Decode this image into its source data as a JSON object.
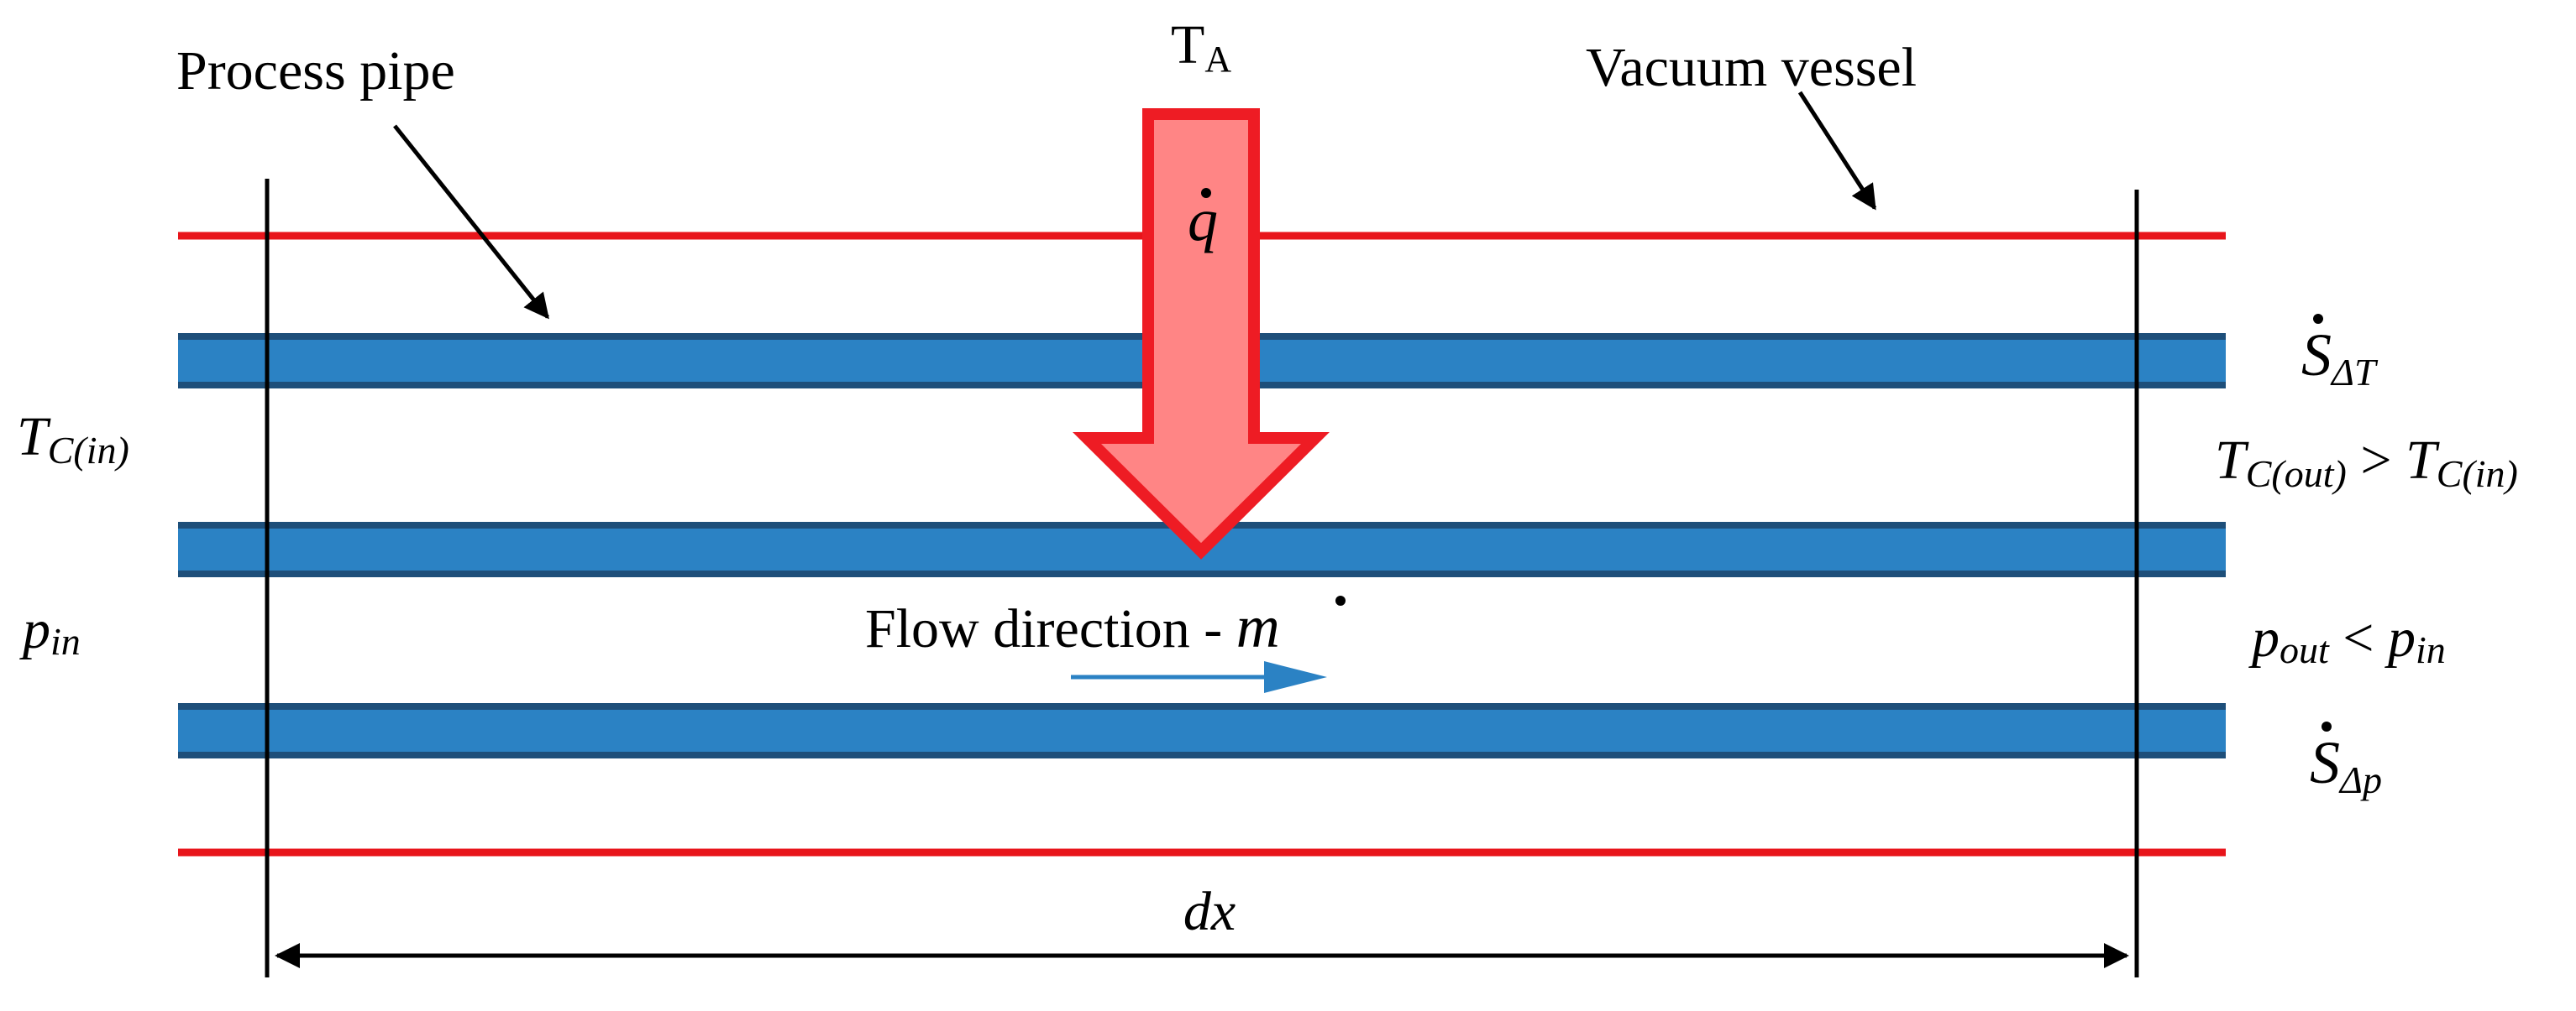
{
  "labels": {
    "process_pipe": "Process pipe",
    "vacuum_vessel": "Vacuum vessel",
    "ambient_temp_main": "T",
    "ambient_temp_sub": "A",
    "heat_load": "q",
    "flow_direction": "Flow direction - ",
    "mass_flow": "m",
    "inlet_temp_main": "T",
    "inlet_temp_sub": "C(in)",
    "inlet_pressure_main": "p",
    "inlet_pressure_sub": "in",
    "entropy_dt_main": "S",
    "entropy_dt_sub": "ΔT",
    "outlet_temp_lhs_main": "T",
    "outlet_temp_lhs_sub": "C(out)",
    "outlet_temp_op": " > ",
    "outlet_temp_rhs_main": "T",
    "outlet_temp_rhs_sub": "C(in)",
    "outlet_pressure_lhs_main": "p",
    "outlet_pressure_lhs_sub": "out",
    "outlet_pressure_op": " < ",
    "outlet_pressure_rhs_main": "p",
    "outlet_pressure_rhs_sub": "in",
    "entropy_dp_main": "S",
    "entropy_dp_sub": "Δp",
    "length_element": "dx"
  },
  "colors": {
    "vacuum_vessel_wall": "#e8151b",
    "pipe_wall_fill": "#2b82c4",
    "pipe_wall_edge": "#1e4f7a",
    "heat_arrow_fill": "#ff8585",
    "heat_arrow_stroke": "#ee1c24",
    "flow_arrow": "#2b82c4",
    "lines": "#000000"
  },
  "icons": {
    "heat_arrow": "arrow-down-icon",
    "flow_arrow": "arrow-right-icon",
    "dimension_arrow": "double-arrow-icon"
  }
}
